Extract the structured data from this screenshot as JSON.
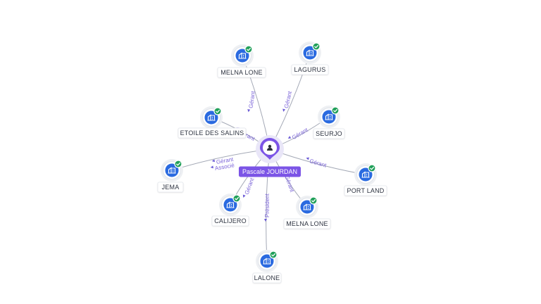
{
  "center": {
    "name": "Pascale JOURDAN",
    "icon": "person-icon"
  },
  "nodes": [
    {
      "id": "melna-lone-top",
      "label": "MELNA LONE",
      "relations": [
        "Gérant"
      ],
      "verified": true,
      "icon": "company-icon"
    },
    {
      "id": "lagurus",
      "label": "LAGURUS",
      "relations": [
        "Gérant"
      ],
      "verified": true,
      "icon": "company-icon"
    },
    {
      "id": "etoile-des-salins",
      "label": "ETOILE DES SALINS",
      "relations": [
        "Gérant"
      ],
      "verified": true,
      "icon": "company-icon"
    },
    {
      "id": "seurjo",
      "label": "SEURJO",
      "relations": [
        "Gérant"
      ],
      "verified": true,
      "icon": "company-icon"
    },
    {
      "id": "jema",
      "label": "JEMA",
      "relations": [
        "Gérant",
        "Associé"
      ],
      "verified": true,
      "icon": "company-icon"
    },
    {
      "id": "port-land",
      "label": "PORT LAND",
      "relations": [
        "Gérant"
      ],
      "verified": true,
      "icon": "company-icon"
    },
    {
      "id": "calijero",
      "label": "CALIJERO",
      "relations": [
        "Gérant"
      ],
      "verified": true,
      "icon": "company-icon"
    },
    {
      "id": "melna-lone-bottom",
      "label": "MELNA LONE",
      "relations": [
        "Gérant"
      ],
      "verified": true,
      "icon": "company-icon"
    },
    {
      "id": "lalone",
      "label": "LALONE",
      "relations": [
        "Président"
      ],
      "verified": true,
      "icon": "company-icon"
    }
  ],
  "colors": {
    "accent": "#7b54e6",
    "node": "#2a6ae0",
    "verified": "#21a05a",
    "edge": "#a4a9b6",
    "edge_label": "#7a63d8"
  }
}
